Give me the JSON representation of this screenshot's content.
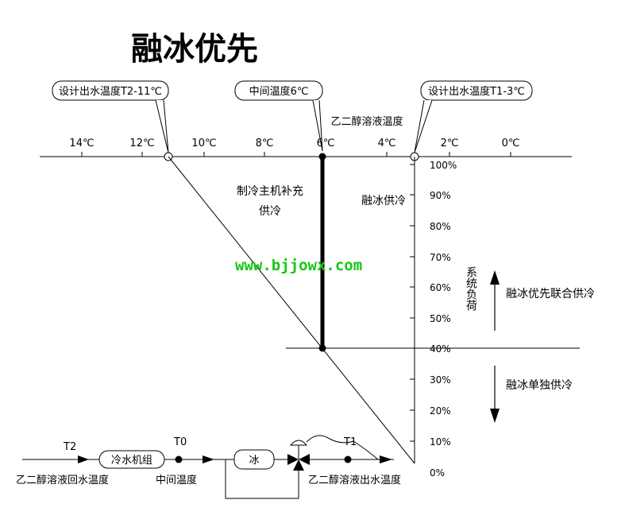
{
  "title": "融冰优先",
  "callouts": {
    "inlet_design": "设计出水温度T2-11℃",
    "mid_temp": "中间温度6℃",
    "outlet_design": "设计出水温度T1-3℃"
  },
  "axis": {
    "label": "乙二醇溶液温度",
    "ticks": [
      "14℃",
      "12℃",
      "10℃",
      "8℃",
      "6℃",
      "4℃",
      "2℃",
      "0℃"
    ]
  },
  "regions": {
    "chiller_line1": "制冷主机补充",
    "chiller_line2": "供冷",
    "ice": "融冰供冷"
  },
  "load_axis": {
    "label": "系统负荷",
    "ticks": [
      "100%",
      "90%",
      "80%",
      "70%",
      "60%",
      "50%",
      "40%",
      "30%",
      "20%",
      "10%",
      "0%"
    ]
  },
  "modes": {
    "combined": "融冰优先联合供冷",
    "single": "融冰单独供冷"
  },
  "schematic": {
    "t2": "T2",
    "chiller": "冷水机组",
    "t0": "T0",
    "tank": "冰",
    "t1": "T1",
    "return_label": "乙二醇溶液回水温度",
    "mid_label": "中间温度",
    "supply_label": "乙二醇溶液出水温度"
  },
  "watermark": "www.bjjowx.com"
}
